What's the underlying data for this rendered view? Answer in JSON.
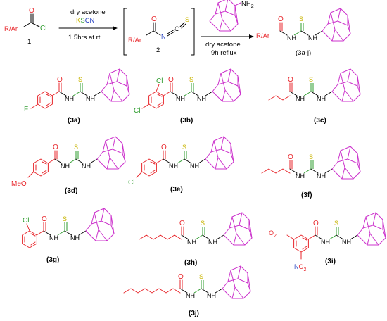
{
  "colors": {
    "acyl": "#e8262b",
    "adamantyl": "#cc33cc",
    "thio": "#2e9c2e",
    "oxygen": "#e8262b",
    "nitrogen": "#1f3bbf",
    "sulfur": "#c8b400",
    "chlorine": "#2e9c2e",
    "fluorine": "#2e9c2e"
  },
  "scheme": {
    "reactant_label": "R/Ar",
    "reactant_o": "O",
    "reactant_cl": "Cl",
    "reactant_number": "1",
    "step1_reagent_line1": "dry acetone",
    "step1_reagent_k": "K",
    "step1_reagent_s": "S",
    "step1_reagent_cn": "CN",
    "step1_condition": "1.5hrs at rt.",
    "intermediate_label": "R/Ar",
    "intermediate_o": "O",
    "intermediate_n": "N",
    "intermediate_c": "C",
    "intermediate_s": "S",
    "intermediate_number": "2",
    "amine_nh2": "NH",
    "amine_sub": "2",
    "step2_line1": "dry acetone",
    "step2_line2": "9h reflux",
    "product_label": "R/Ar",
    "product_o": "O",
    "product_s": "S",
    "product_nh1": "N",
    "product_nh2": "N",
    "product_h": "H",
    "product_number": "(3a-j)"
  },
  "compounds": [
    {
      "id": "3a",
      "label": "(3a)",
      "substituent": "F"
    },
    {
      "id": "3b",
      "label": "(3b)",
      "substituent": "Cl",
      "substituent2": "Cl"
    },
    {
      "id": "3c",
      "label": "(3c)"
    },
    {
      "id": "3d",
      "label": "(3d)",
      "substituent": "MeO"
    },
    {
      "id": "3e",
      "label": "(3e)",
      "substituent": "Cl"
    },
    {
      "id": "3f",
      "label": "(3f)"
    },
    {
      "id": "3g",
      "label": "(3g)",
      "substituent": "Cl"
    },
    {
      "id": "3h",
      "label": "(3h)"
    },
    {
      "id": "3i",
      "label": "(3i)",
      "substituent": "O",
      "substituent2": "O"
    },
    {
      "id": "3j",
      "label": "(3j)"
    }
  ],
  "nitro": {
    "n": "N",
    "sub": "2"
  },
  "amide_text": {
    "o": "O",
    "s": "S",
    "nh": "NH",
    "h": "H",
    "n": "N"
  }
}
